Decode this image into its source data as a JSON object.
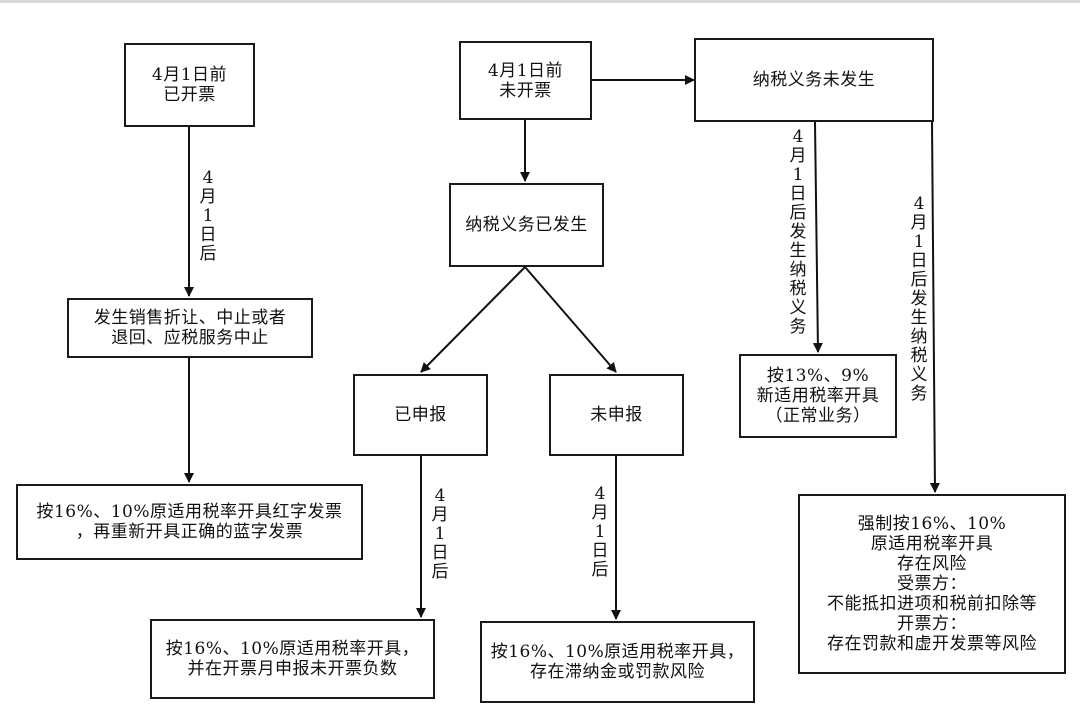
{
  "nodes": {
    "left_top": "4月1日前\n已开票",
    "left_mid": "发生销售折让、中止或者\n退回、应税服务中止",
    "left_bottom": "按16%、10%原适用税率开具红字发票\n，再重新开具正确的蓝字发票",
    "center_top": "4月1日前\n未开票",
    "center_occurred": "纳税义务已发生",
    "declared": "已申报",
    "undeclared": "未申报",
    "declared_result": "按16%、10%原适用税率开具，\n并在开票月申报未开票负数",
    "undeclared_result": "按16%、10%原适用税率开具，\n存在滞纳金或罚款风险",
    "not_occurred": "纳税义务未发生",
    "new_rate_result": "按13%、9%\n新适用税率开具\n（正常业务）",
    "forced_result": "强制按16%、10%\n原适用税率开具\n存在风险\n受票方：\n不能抵扣进项和税前扣除等\n开票方：\n存在罚款和虚开发票等风险"
  },
  "edge_labels": {
    "left_after": "4月1日后",
    "declared_after": "4月1日后",
    "undeclared_after": "4月1日后",
    "new_rate": "4月1日后发生纳税义务",
    "forced": "4月1日后发生纳税义务"
  }
}
